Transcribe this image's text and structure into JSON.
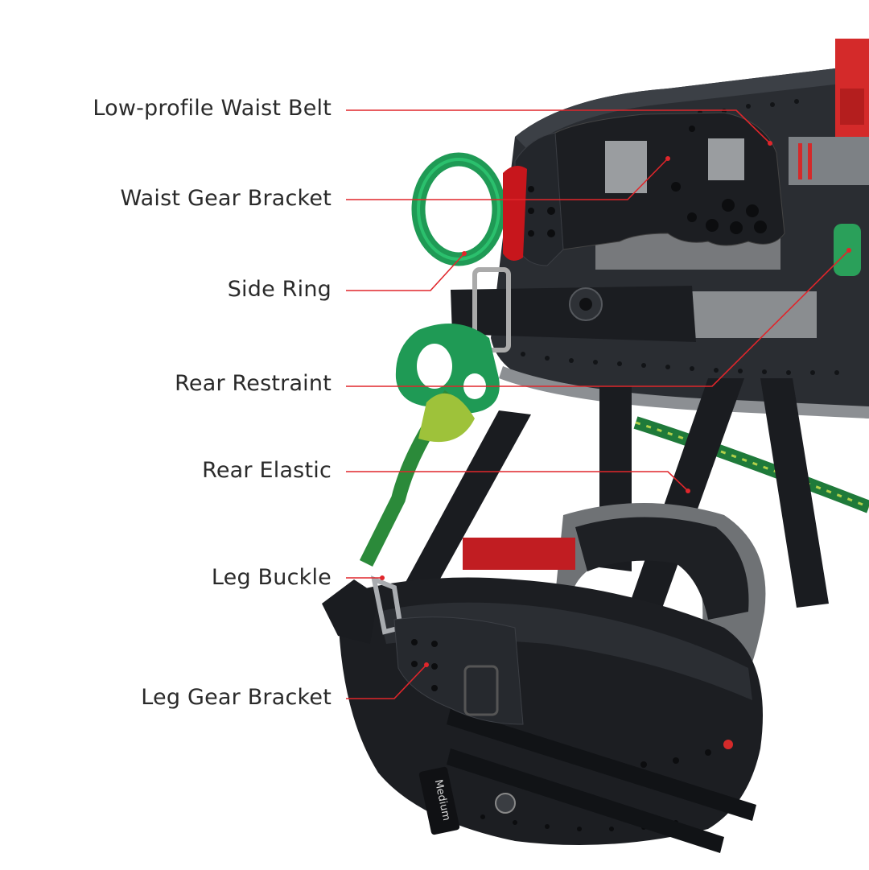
{
  "callouts": [
    {
      "label": "Low-profile Waist Belt"
    },
    {
      "label": "Waist Gear Bracket"
    },
    {
      "label": "Side Ring"
    },
    {
      "label": "Rear Restraint"
    },
    {
      "label": "Rear Elastic"
    },
    {
      "label": "Leg Buckle"
    },
    {
      "label": "Leg Gear Bracket"
    }
  ],
  "product": {
    "size_tag": "Medium"
  },
  "colors": {
    "leader_line": "#e0262b",
    "label_text": "#2a2a2a",
    "harness_body": "#24272c",
    "accent_red": "#d42a2a",
    "ring_green": "#1f9a55",
    "mesh_gray": "#8a8d90"
  }
}
